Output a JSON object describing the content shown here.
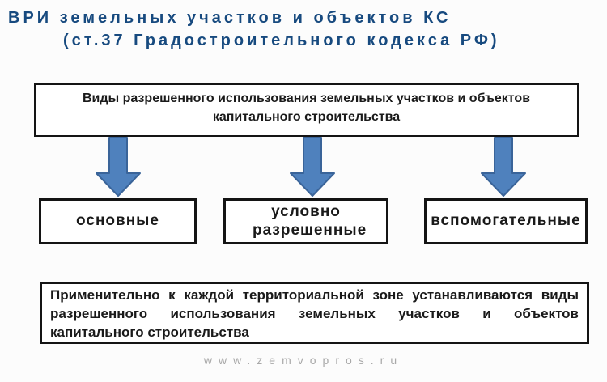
{
  "title": {
    "line1": "ВРИ земельных участков и объектов КС",
    "line2": "(ст.37 Градостроительного кодекса РФ)"
  },
  "diagram": {
    "root_box_label": "Виды разрешенного использования земельных участков и объектов капитального строительства",
    "children": [
      {
        "label": "основные"
      },
      {
        "label": "условно разрешенные"
      },
      {
        "label": "вспомогательные"
      }
    ],
    "note_box_label": "Применительно к каждой территориальной зоне устанавливаются виды разрешенного использования земельных участков и объектов капитального строительства"
  },
  "footer": {
    "website": "www.zemvopros.ru"
  },
  "colors": {
    "title_text": "#174a7f",
    "arrow_fill": "#4f81bd",
    "arrow_stroke": "#3a6499",
    "box_border": "#141414",
    "box_background": "#ffffff",
    "footer_text": "#a9a9a9",
    "page_background": "#fcfcfc"
  },
  "icons": {
    "down_arrow": "down-arrow-icon"
  }
}
